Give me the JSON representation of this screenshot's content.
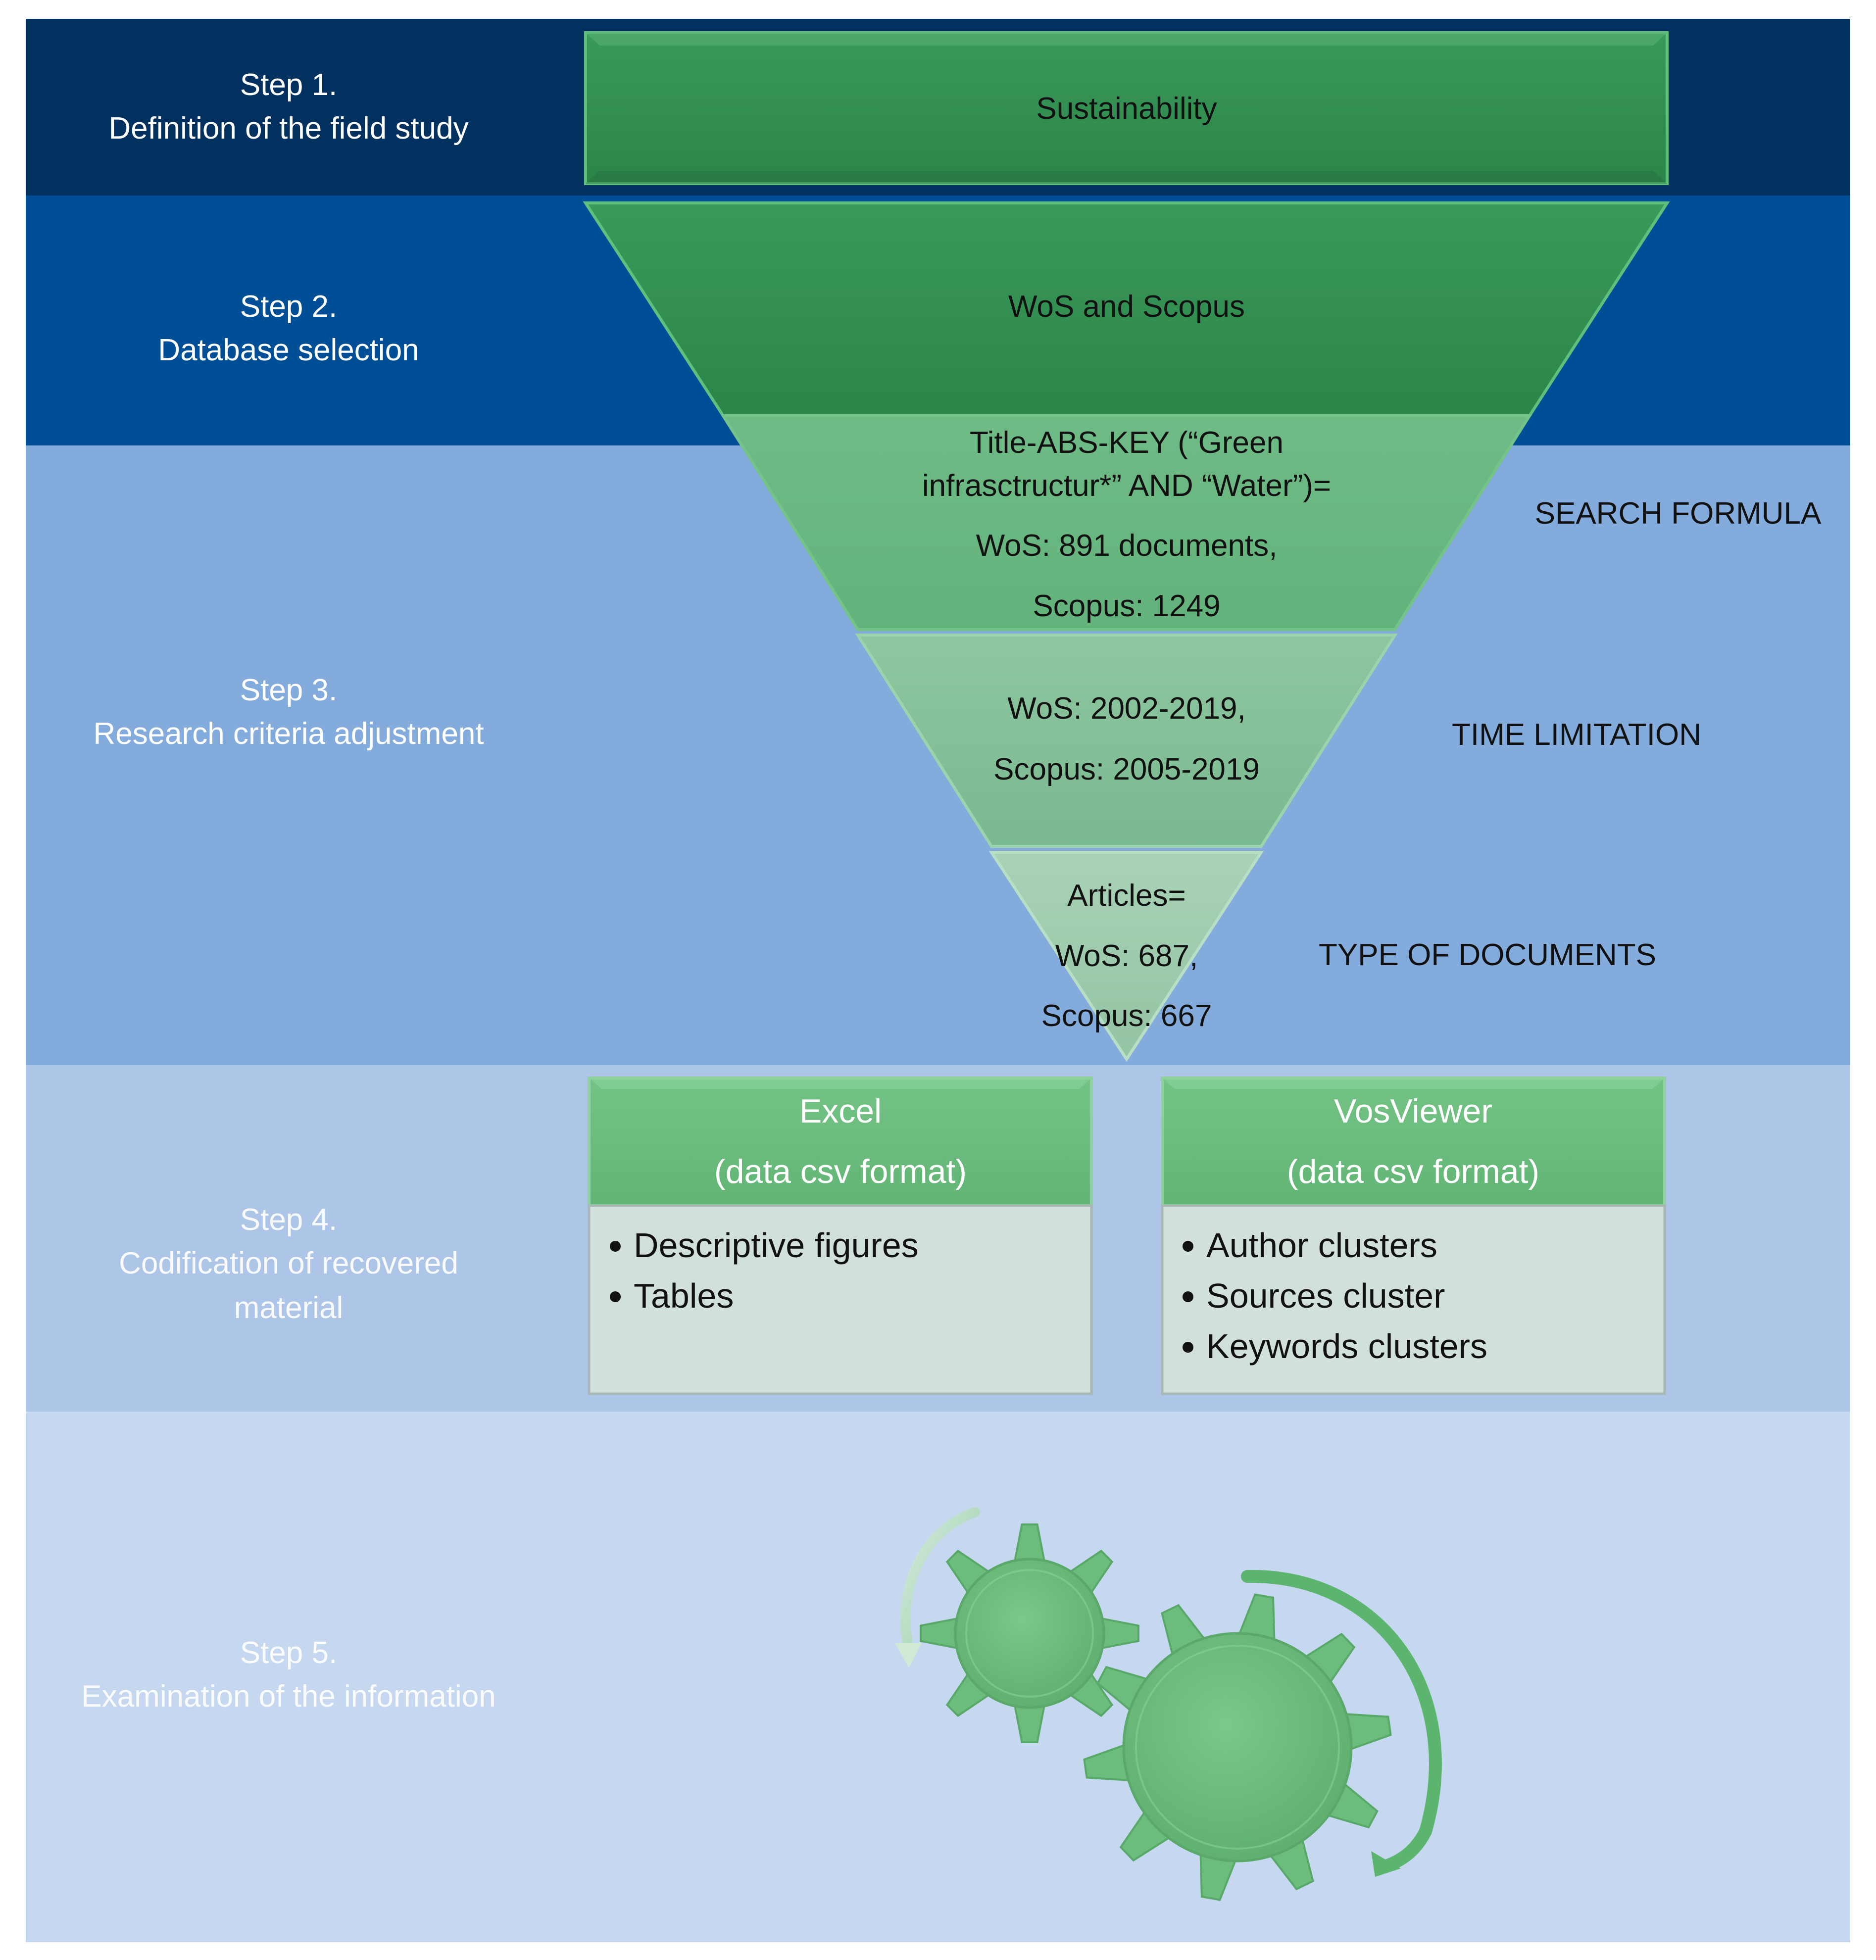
{
  "steps": [
    {
      "line1": "Step 1.",
      "line2": "Definition of the field study",
      "line3": ""
    },
    {
      "line1": "Step 2.",
      "line2": "Database selection",
      "line3": ""
    },
    {
      "line1": "Step 3.",
      "line2": "Research criteria adjustment",
      "line3": ""
    },
    {
      "line1": "Step 4.",
      "line2": "Codification of recovered",
      "line3": "material"
    },
    {
      "line1": "Step 5.",
      "line2": "Examination of the information",
      "line3": ""
    }
  ],
  "funnel": {
    "top_box": "Sustainability",
    "level2": "WoS and Scopus",
    "level3": [
      "Title-ABS-KEY (“Green",
      "infrasctructur*” AND “Water”)=",
      "WoS:  891 documents,",
      "Scopus: 1249"
    ],
    "level4": [
      "WoS: 2002-2019,",
      "Scopus: 2005-2019"
    ],
    "level5": [
      "Articles=",
      "WoS: 687,",
      "Scopus: 667"
    ]
  },
  "side_notes": {
    "search": "SEARCH FORMULA",
    "time": "TIME LIMITATION",
    "type": "TYPE OF DOCUMENTS"
  },
  "tools": [
    {
      "title": "Excel",
      "subtitle": "(data csv format)",
      "items": [
        "Descriptive figures",
        "Tables"
      ]
    },
    {
      "title": "VosViewer",
      "subtitle": "(data csv format)",
      "items": [
        "Author clusters",
        "Sources cluster",
        "Keywords clusters"
      ]
    }
  ],
  "colors": {
    "band1": "#03315f",
    "band2": "#004e96",
    "band3": "#83acdd",
    "band4": "#adc6e7",
    "band5": "#c5d8ef",
    "green_dark": "#2f8d4e",
    "green_mid": "#6cbb7e",
    "green_light": "#7fbd93",
    "box_body": "#d2e0dd"
  },
  "icons": [
    "gear-icon-small",
    "gear-icon-large",
    "rotation-arrow-icon"
  ]
}
